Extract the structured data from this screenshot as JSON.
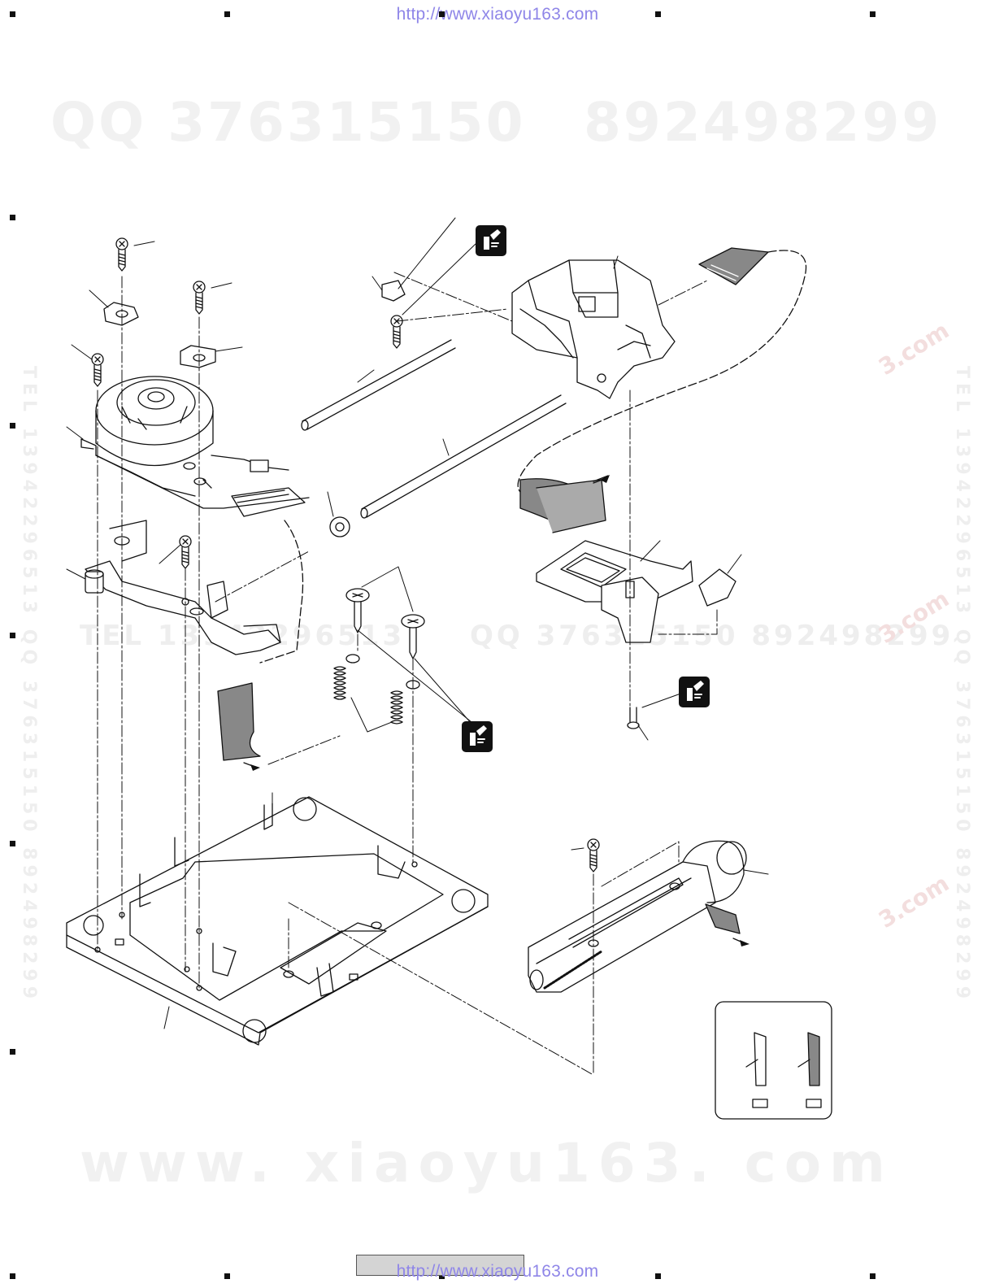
{
  "header": {
    "url": "http://www.xiaoyu163.com"
  },
  "footer": {
    "url": "http://www.xiaoyu163.com"
  },
  "watermarks": {
    "qq_left": "QQ 376315150",
    "qq_right": "892498299",
    "www": "www. xiaoyu163. com",
    "tel": "TEL 13942296513",
    "qq_mid": "QQ 376315150 892498299",
    "vertical_left": "TEL 13942296513 QQ 376315150 892498299",
    "vertical_right": "TEL 13942296513 QQ 376315150 892498299",
    "diag": "3.com"
  },
  "icons": {
    "grease": "grease-application-icon",
    "arrow": "direction-arrow-icon"
  },
  "colors": {
    "line": "#111111",
    "watermark": "#f1f1f1",
    "url": "#8f86e8",
    "icon_bg": "#111111"
  }
}
